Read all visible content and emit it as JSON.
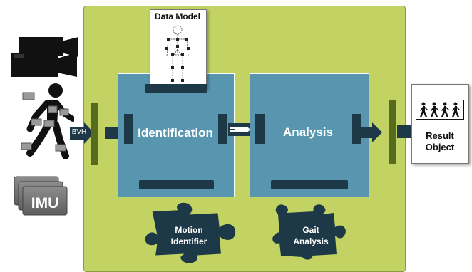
{
  "inputs": {
    "bvh_label": "BVH",
    "imu_label": "IMU"
  },
  "data_model": {
    "title": "Data Model"
  },
  "modules": {
    "identification": "Identification",
    "analysis": "Analysis"
  },
  "puzzle_pieces": {
    "motion_identifier": "Motion Identifier",
    "gait_analysis": "Gait Analysis"
  },
  "result": {
    "label": "Result Object"
  },
  "colors": {
    "background_panel": "#c2d364",
    "module_fill": "#5896b0",
    "dark_navy": "#1d3947",
    "green_bar": "#566b1d"
  }
}
